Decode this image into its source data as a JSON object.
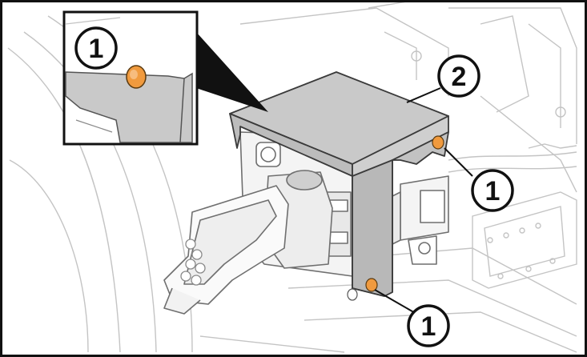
{
  "figure": {
    "callouts": [
      {
        "id": "inset-fastener",
        "label": "1"
      },
      {
        "id": "cover-bracket",
        "label": "2"
      },
      {
        "id": "right-fastener",
        "label": "1"
      },
      {
        "id": "lower-fastener",
        "label": "1"
      }
    ],
    "colors": {
      "frame": "#111111",
      "line_art": "#8a8a8a",
      "light_line": "#c4c4c4",
      "cover_fill": "#c9c9c9",
      "fastener": "#f09a3e",
      "background": "#ffffff"
    },
    "icons": [
      "fastener-icon",
      "charging-connector-icon"
    ]
  }
}
